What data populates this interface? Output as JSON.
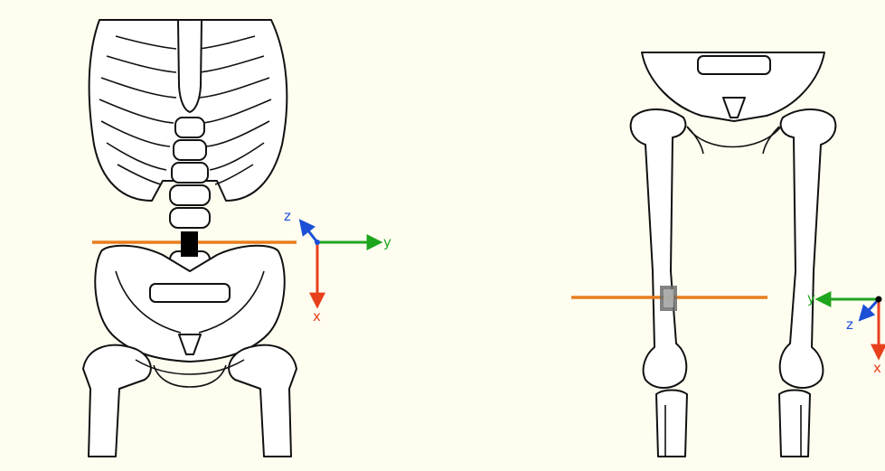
{
  "colors": {
    "background": "#fffdf0",
    "plane_line": "#e87e1f",
    "axis_x": "#e8401c",
    "axis_y": "#1ea51e",
    "axis_z": "#1c4fd6",
    "sensor_left": "#000000",
    "sensor_right": "#6c6c6c"
  },
  "left_panel": {
    "axes": {
      "x": "x",
      "y": "y",
      "z": "z"
    }
  },
  "right_panel": {
    "axes": {
      "x": "x",
      "y": "y",
      "z": "z"
    }
  }
}
